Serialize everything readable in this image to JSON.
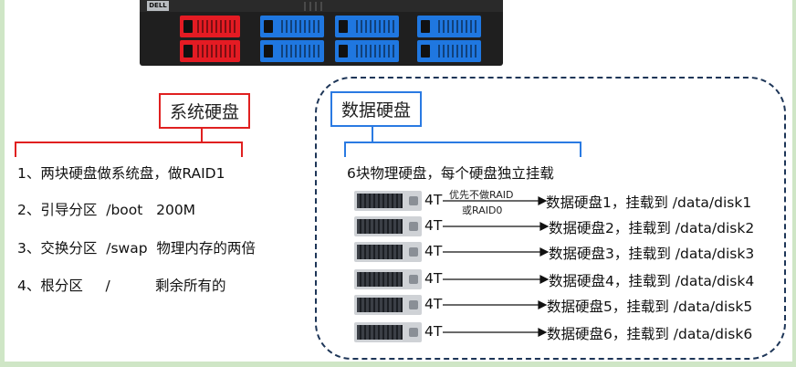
{
  "server": {
    "brand": "DELL"
  },
  "system_disk": {
    "label": "系统硬盘",
    "lines": [
      "1、两块硬盘做系统盘，做RAID1",
      "2、引导分区  /boot   200M",
      "3、交换分区  /swap  物理内存的两倍",
      "4、根分区     /          剩余所有的"
    ]
  },
  "data_disk": {
    "label": "数据硬盘",
    "intro": "6块物理硬盘，每个硬盘独立挂载",
    "note_top": "优先不做RAID",
    "note_bottom": "或RAID0",
    "disks": [
      {
        "cap": "4T",
        "mount": "数据硬盘1，挂载到 /data/disk1"
      },
      {
        "cap": "4T",
        "mount": "数据硬盘2，挂载到 /data/disk2"
      },
      {
        "cap": "4T",
        "mount": "数据硬盘3，挂载到 /data/disk3"
      },
      {
        "cap": "4T",
        "mount": "数据硬盘4，挂载到 /data/disk4"
      },
      {
        "cap": "4T",
        "mount": "数据硬盘5，挂载到 /data/disk5"
      },
      {
        "cap": "4T",
        "mount": "数据硬盘6，挂载到 /data/disk6"
      }
    ]
  },
  "colors": {
    "system_accent": "#e02020",
    "data_accent": "#2a7ae2",
    "region_border": "#1d3557",
    "drive_red": "#e41b23",
    "drive_blue": "#1f77e0"
  }
}
